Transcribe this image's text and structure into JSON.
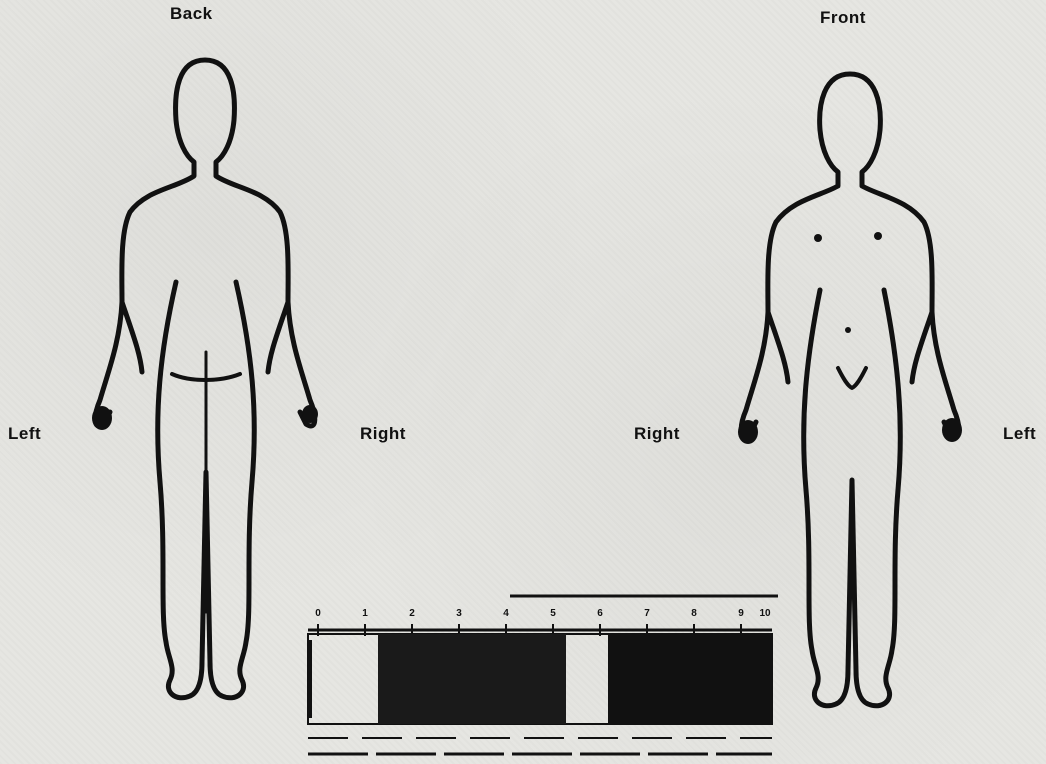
{
  "labels": {
    "back": "Back",
    "front": "Front",
    "left_back": "Left",
    "right_back": "Right",
    "right_front": "Right",
    "left_front": "Left"
  },
  "pain_scale": {
    "numbers": [
      "0",
      "1",
      "2",
      "3",
      "4",
      "5",
      "6",
      "7",
      "8",
      "9",
      "10"
    ]
  }
}
